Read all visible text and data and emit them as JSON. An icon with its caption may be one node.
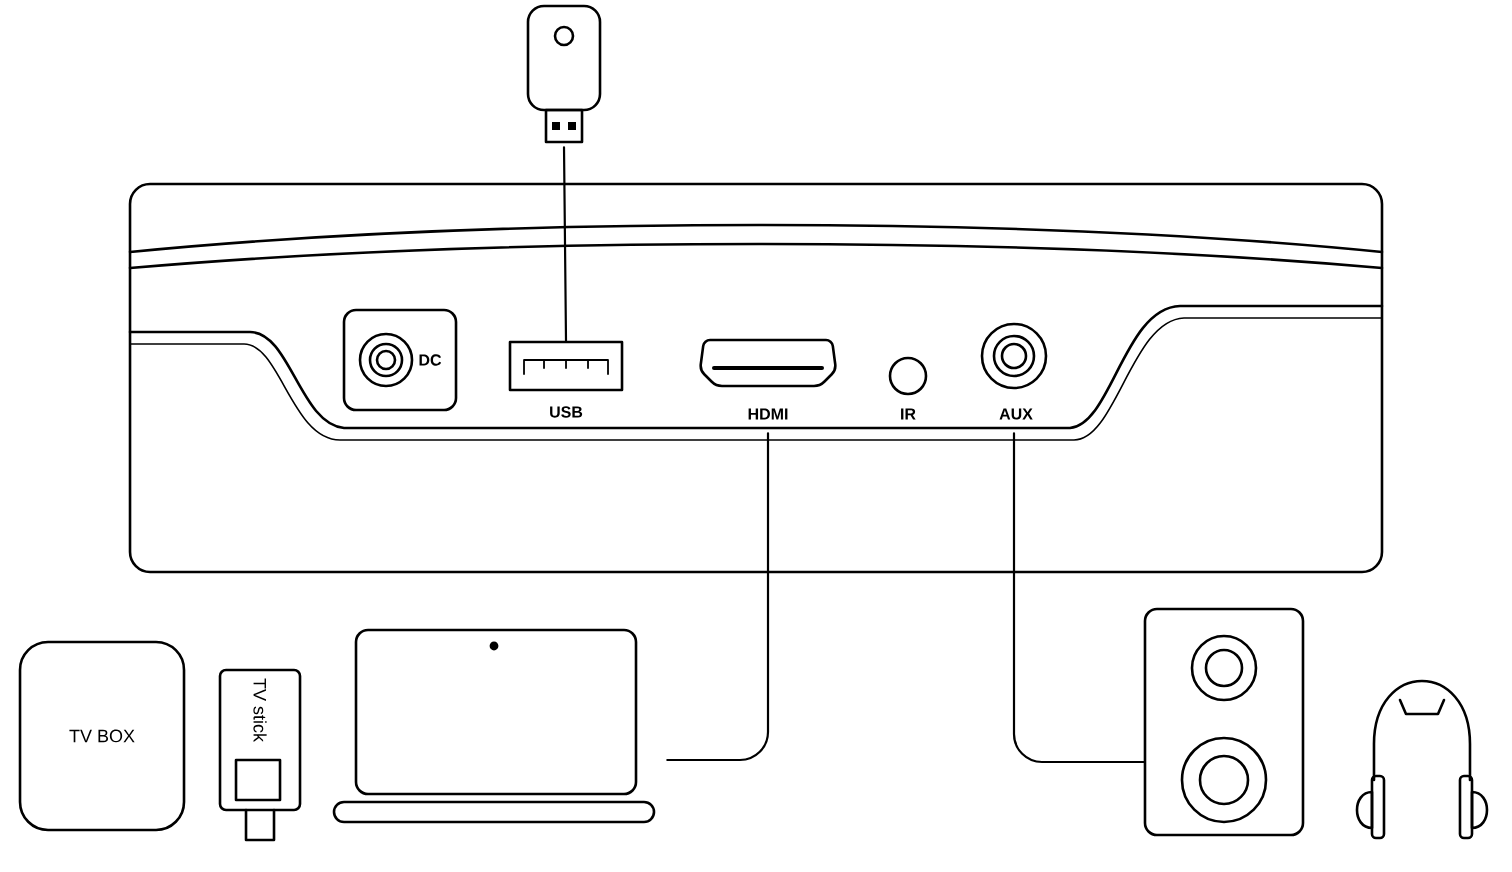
{
  "diagram": {
    "nodes": [
      {
        "text": [],
        "shape": "picture"
      },
      {
        "text": [
          "DC"
        ]
      },
      {
        "text": [
          "USB"
        ]
      },
      {
        "text": [
          "HDMI"
        ]
      },
      {
        "text": [
          "IR"
        ]
      },
      {
        "text": [
          "AUX"
        ]
      },
      {
        "text": [
          "TV BOX"
        ]
      },
      {
        "text": [
          "TV stick"
        ]
      },
      {
        "text": [],
        "shape": "picture"
      },
      {
        "text": [],
        "shape": "picture"
      },
      {
        "text": [],
        "shape": "picture"
      }
    ],
    "edges": [
      {
        "from": 0,
        "to": 2,
        "arrow": "none"
      },
      {
        "from": 3,
        "to": 8,
        "arrow": "none"
      },
      {
        "from": 5,
        "to": 9,
        "arrow": "none"
      }
    ]
  }
}
